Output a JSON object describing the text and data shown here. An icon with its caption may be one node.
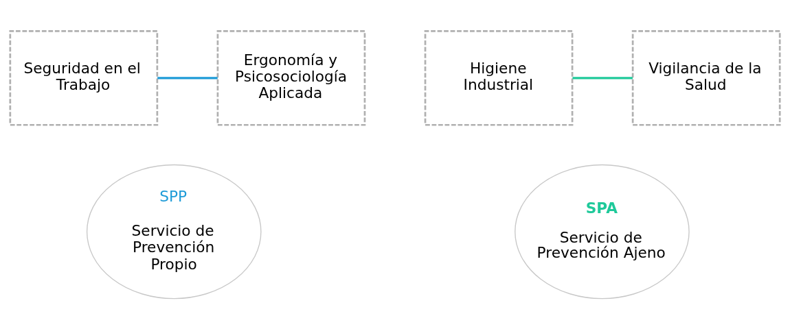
{
  "diagram": {
    "nodes": [
      {
        "text": [
          "Seguridad en el Trabajo"
        ]
      },
      {
        "text": [
          "Ergonomía y Psicosociología Aplicada"
        ]
      },
      {
        "text": [
          "Higiene Industrial"
        ]
      },
      {
        "text": [
          "Vigilancia de la Salud"
        ]
      },
      {
        "text": [
          "SPP",
          "Servicio de Prevención Propio"
        ]
      },
      {
        "text": [
          "SPA",
          "Servicio de Prevención Ajeno"
        ]
      }
    ],
    "edges": [
      {
        "from": 0,
        "to": 1,
        "arrow": "none",
        "color": "#1e9bd7"
      },
      {
        "from": 2,
        "to": 3,
        "arrow": "none",
        "color": "#1fc99a"
      }
    ]
  }
}
